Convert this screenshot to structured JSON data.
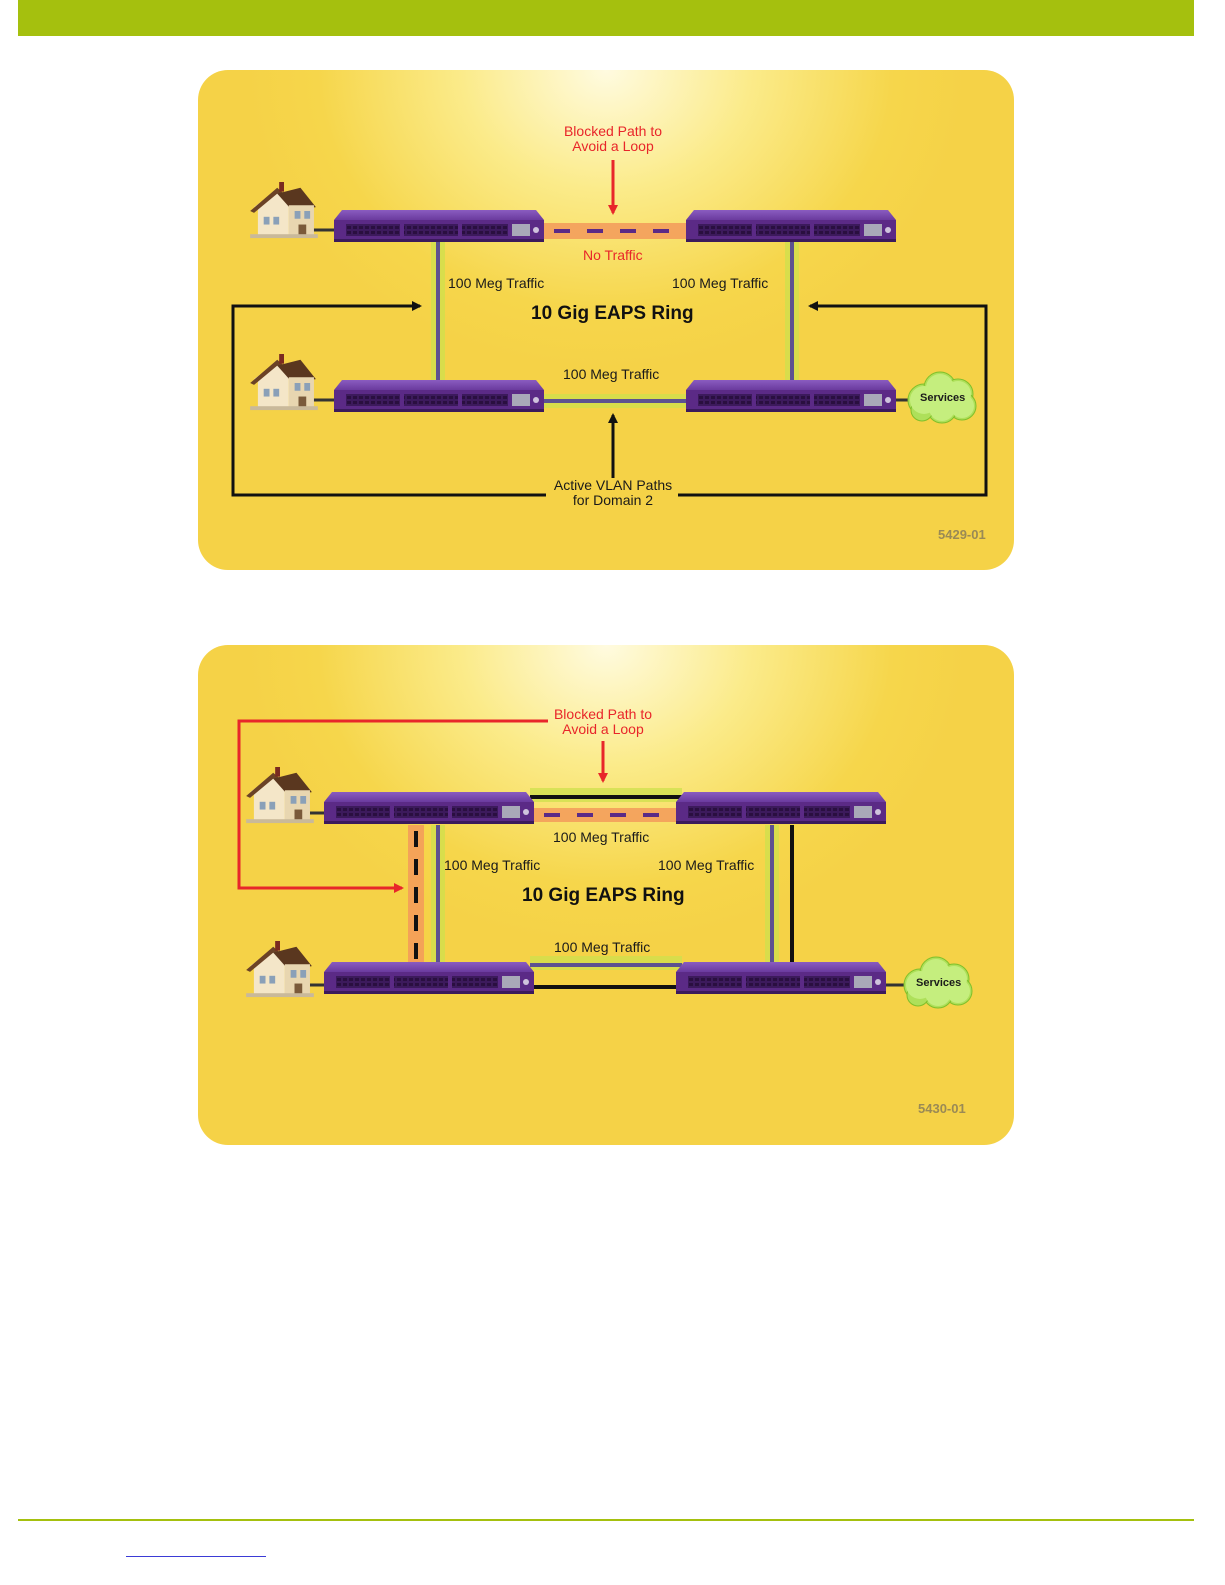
{
  "figures": [
    {
      "id": "5429-01",
      "blocked_label": "Blocked Path to\nAvoid a Loop",
      "no_traffic_label": "No Traffic",
      "ring_title": "10 Gig EAPS Ring",
      "left_traffic": "100 Meg Traffic",
      "right_traffic": "100 Meg Traffic",
      "bottom_traffic": "100 Meg Traffic",
      "active_label": "Active VLAN Paths\nfor Domain 2",
      "services_label": "Services",
      "figure_number": "5429-01"
    },
    {
      "id": "5430-01",
      "blocked_label": "Blocked Path to\nAvoid a Loop",
      "top_traffic": "100 Meg Traffic",
      "ring_title": "10 Gig EAPS Ring",
      "left_traffic": "100 Meg Traffic",
      "right_traffic": "100 Meg Traffic",
      "bottom_traffic": "100 Meg Traffic",
      "services_label": "Services",
      "figure_number": "5430-01"
    }
  ],
  "colors": {
    "accent_green": "#a5c00e",
    "switch_purple": "#5b2a86",
    "blocked_red": "#e8262a",
    "panel_yellow": "#f5d247"
  },
  "icons": [
    "house-icon",
    "network-switch-icon",
    "services-cloud-icon"
  ]
}
